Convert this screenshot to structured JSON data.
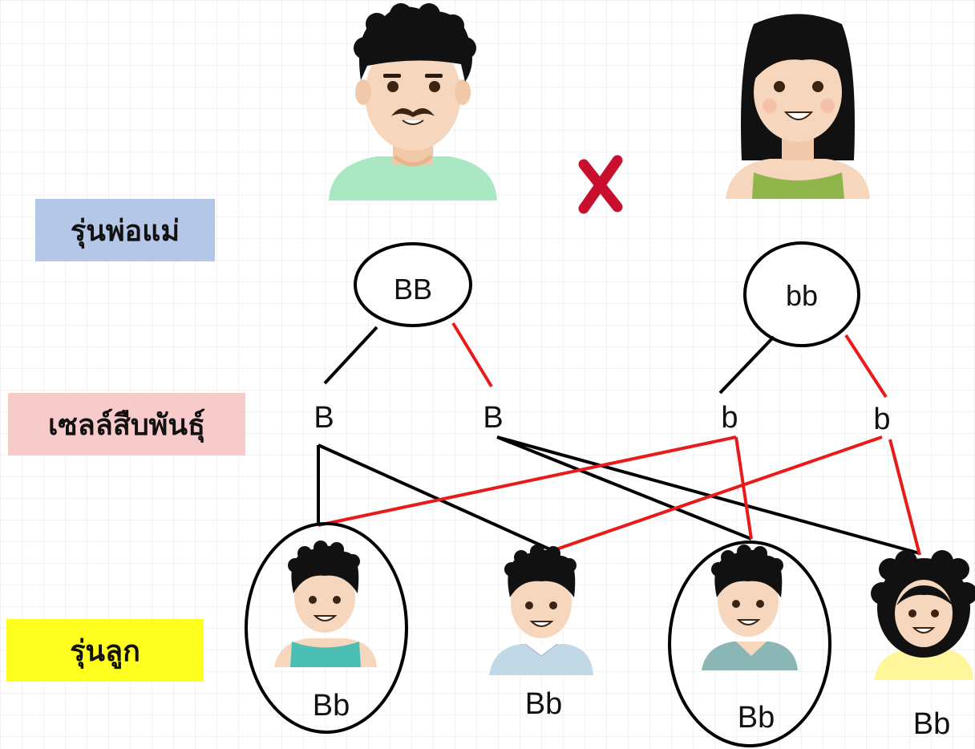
{
  "labels": {
    "parent_generation": "รุ่นพ่อแม่",
    "gametes": "เซลล์สืบพันธุ์",
    "offspring_generation": "รุ่นลูก"
  },
  "label_colors": {
    "parent_generation": "#b4c7e7",
    "gametes": "#f8cbcb",
    "offspring_generation": "#ffff1f"
  },
  "cross_symbol": "X",
  "parents": {
    "father": {
      "genotype": "BB",
      "gamete_1": "B",
      "gamete_2": "B"
    },
    "mother": {
      "genotype": "bb",
      "gamete_1": "b",
      "gamete_2": "b"
    }
  },
  "offspring": [
    {
      "genotype": "Bb",
      "circled": true
    },
    {
      "genotype": "Bb",
      "circled": false
    },
    {
      "genotype": "Bb",
      "circled": true
    },
    {
      "genotype": "Bb",
      "circled": false
    }
  ],
  "colors": {
    "black_line": "#000000",
    "red_line": "#e81a1a",
    "cross": "#c8102e",
    "grid": "#e6e6e6"
  }
}
